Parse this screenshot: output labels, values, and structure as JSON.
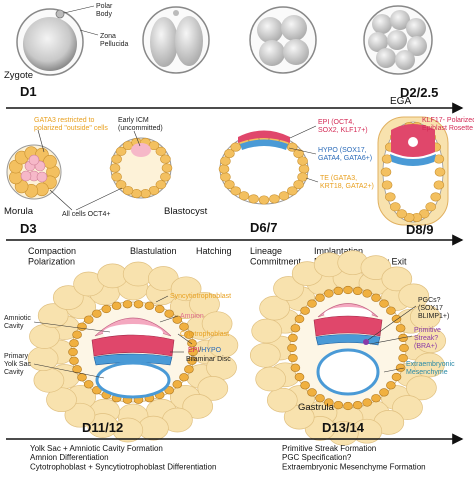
{
  "row1": {
    "labels": {
      "polar_body": "Polar\nBody",
      "zona_pellucida": "Zona\nPellucida",
      "zygote": "Zygote"
    },
    "days": {
      "d1": "D1",
      "d2": "D2/2.5"
    },
    "event": "EGA"
  },
  "row2": {
    "labels": {
      "gata3": "GATA3 restricted to\npolarized \"outside\" cells",
      "early_icm": "Early ICM\n(uncommitted)",
      "all_cells_oct4": "All cells OCT4+",
      "morula": "Morula",
      "blastocyst": "Blastocyst",
      "epi": "EPI (OCT4,\nSOX2, KLF17+)",
      "hypo": "HYPO (SOX17,\nGATA4, GATA6+)",
      "te": "TE (GATA3,\nKRT18, GATA2+)",
      "klf17": "KLF17- Polarized\nEpiblast Rosette"
    },
    "days": {
      "d3": "D3",
      "d67": "D6/7",
      "d89": "D8/9"
    },
    "events": {
      "compaction": "Compaction\nPolarization",
      "blastulation": "Blastulation",
      "hatching": "Hatching",
      "lineage": "Lineage\nCommitment",
      "implantation": "Implantation\nNaive Pluripotency Exit"
    }
  },
  "row3": {
    "labels": {
      "syncytio": "Syncytiotrophoblast",
      "amnion": "Amnion",
      "amniotic_cavity": "Amniotic\nCavity",
      "cytotro": "Cytotrophoblast",
      "epi_part": "EPI",
      "slash": "/",
      "hypo_part": "HYPO",
      "bilaminar": "Bilaminar Disc",
      "primary_yolk": "Primary\nYolk Sac\nCavity",
      "pgcs": "PGCs?\n(SOX17\nBLIMP1+)",
      "primitive_streak": "Primitive\nStreak?\n(BRA+)",
      "extraembryonic": "Extraembryonic\nMesenchyme",
      "gastrula": "Gastrula"
    },
    "days": {
      "d1112": "D11/12",
      "d1314": "D13/14"
    },
    "events": {
      "left": "Yolk Sac + Amniotic Cavity Formation\nAmnion Differentiation\nCytotrophoblast + Syncytiotrophoblast Differentiation",
      "right": "Primitive Streak Formation\nPGC Specification?\nExtraembryonic Mesenchyme Formation"
    }
  },
  "colors": {
    "trophectoderm": "#f3c060",
    "syncytio": "#f8e2ae",
    "epiblast": "#e0476b",
    "hypoblast": "#4a9ad6",
    "amnion": "#f4a8c0",
    "embryo_gray": "#9a9a9a",
    "label_orange": "#e8a020",
    "label_red": "#d42a55",
    "label_blue": "#2a6ab8",
    "label_purple": "#8a3aa8",
    "label_teal": "#2a8aa8"
  }
}
